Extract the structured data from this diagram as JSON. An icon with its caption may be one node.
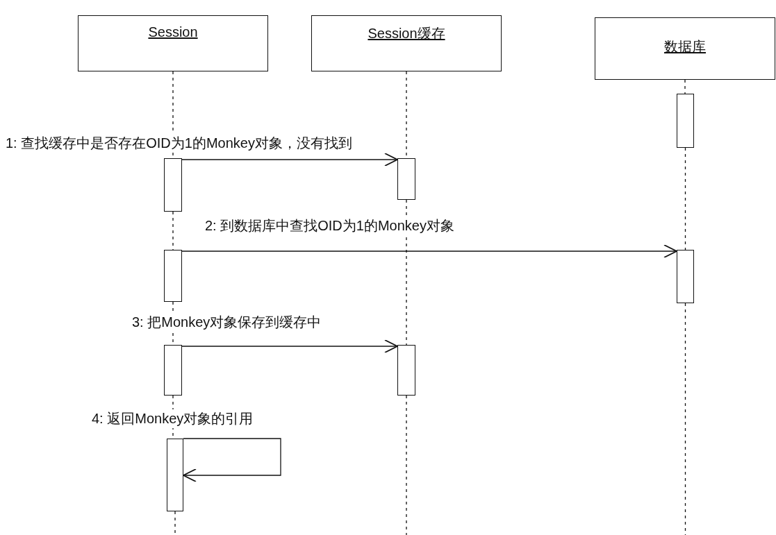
{
  "diagram": {
    "nodes": [
      {
        "text": [
          "Session"
        ]
      },
      {
        "text": [
          "Session缓存"
        ]
      },
      {
        "text": [
          "数据库"
        ]
      },
      {
        "text": [],
        "shape": "bar"
      },
      {
        "text": [],
        "shape": "bar"
      },
      {
        "text": [],
        "shape": "bar"
      },
      {
        "text": [],
        "shape": "bar"
      },
      {
        "text": [],
        "shape": "bar"
      },
      {
        "text": [],
        "shape": "bar"
      },
      {
        "text": [],
        "shape": "bar"
      },
      {
        "text": [],
        "shape": "bar"
      }
    ],
    "edges": [
      {
        "from": 4,
        "to": 5,
        "arrow": "to",
        "label": "1: 查找缓存中是否存在OID为1的Monkey对象，没有找到"
      },
      {
        "from": 6,
        "to": 7,
        "arrow": "to",
        "label": "2: 到数据库中查找OID为1的Monkey对象"
      },
      {
        "from": 8,
        "to": 9,
        "arrow": "to",
        "label": "3: 把Monkey对象保存到缓存中"
      },
      {
        "from": 10,
        "to": 10,
        "arrow": "to",
        "label": "4: 返回Monkey对象的引用"
      },
      {
        "from": 0,
        "to": 4,
        "arrow": "none",
        "style": "dashed"
      },
      {
        "from": 4,
        "to": 6,
        "arrow": "none",
        "style": "dashed"
      },
      {
        "from": 6,
        "to": 8,
        "arrow": "none",
        "style": "dashed"
      },
      {
        "from": 8,
        "to": 10,
        "arrow": "none",
        "style": "dashed"
      },
      {
        "from": 10,
        "to": null,
        "arrow": "none",
        "style": "dashed"
      },
      {
        "from": 1,
        "to": 5,
        "arrow": "none",
        "style": "dashed"
      },
      {
        "from": 5,
        "to": 9,
        "arrow": "none",
        "style": "dashed"
      },
      {
        "from": 9,
        "to": null,
        "arrow": "none",
        "style": "dashed"
      },
      {
        "from": 2,
        "to": 3,
        "arrow": "none",
        "style": "dashed"
      },
      {
        "from": 3,
        "to": 7,
        "arrow": "none",
        "style": "dashed"
      },
      {
        "from": 7,
        "to": null,
        "arrow": "none",
        "style": "dashed"
      }
    ]
  }
}
